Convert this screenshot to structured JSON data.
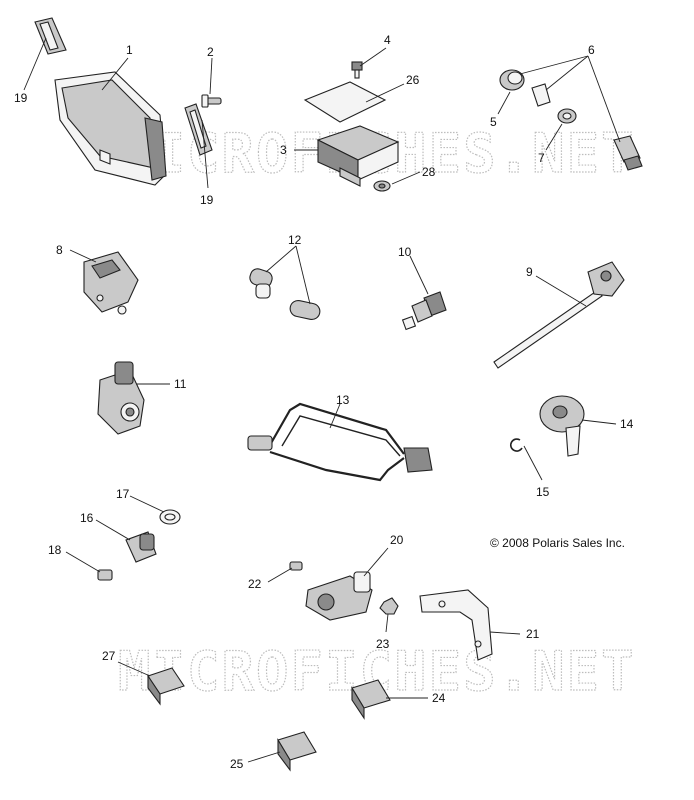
{
  "copyright": "© 2008 Polaris Sales Inc.",
  "watermark": "MICROFICHES.NET",
  "callouts": {
    "c1": "1",
    "c2": "2",
    "c3": "3",
    "c4": "4",
    "c5": "5",
    "c6": "6",
    "c7": "7",
    "c8": "8",
    "c9": "9",
    "c10": "10",
    "c11": "11",
    "c12": "12",
    "c13": "13",
    "c14": "14",
    "c15": "15",
    "c16": "16",
    "c17": "17",
    "c18": "18",
    "c19a": "19",
    "c19b": "19",
    "c20": "20",
    "c21": "21",
    "c22": "22",
    "c23": "23",
    "c24": "24",
    "c25": "25",
    "c26": "26",
    "c27": "27",
    "c28": "28"
  }
}
